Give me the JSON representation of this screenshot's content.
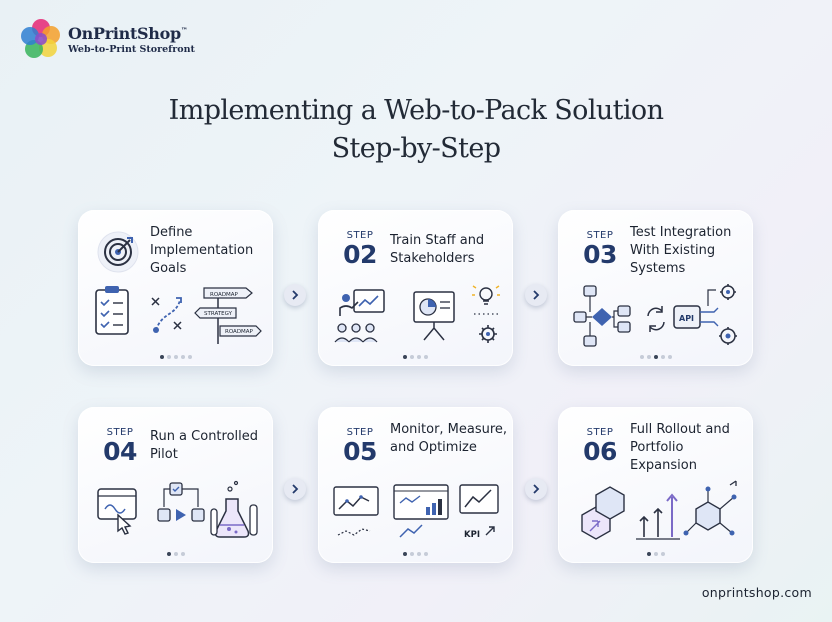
{
  "brand": {
    "name": "OnPrintShop",
    "tm": "™",
    "tagline": "Web-to-Print Storefront"
  },
  "title": {
    "line1": "Implementing a Web-to-Pack Solution",
    "line2": "Step-by-Step"
  },
  "cards": [
    {
      "title": "Define Implementation Goals",
      "step_word": "",
      "step_num": "",
      "labels": [
        "ROADMAP",
        "STRATEGY",
        "ROADMAP"
      ]
    },
    {
      "title": "Train Staff and Stakeholders",
      "step_word": "STEP",
      "step_num": "02"
    },
    {
      "title": "Test Integration With Existing Systems",
      "step_word": "STEP",
      "step_num": "03",
      "labels": [
        "API"
      ]
    },
    {
      "title": "Run a Controlled Pilot",
      "step_word": "STEP",
      "step_num": "04"
    },
    {
      "title": "Monitor, Measure, and Optimize",
      "step_word": "STEP",
      "step_num": "05",
      "labels": [
        "KPI"
      ]
    },
    {
      "title": "Full Rollout and Portfolio Expansion",
      "step_word": "STEP",
      "step_num": "06"
    }
  ],
  "footer": {
    "url": "onprintshop.com"
  },
  "colors": {
    "accent": "#233a6b",
    "icon_blue": "#3f63b0",
    "icon_purple": "#7b6ac7"
  }
}
